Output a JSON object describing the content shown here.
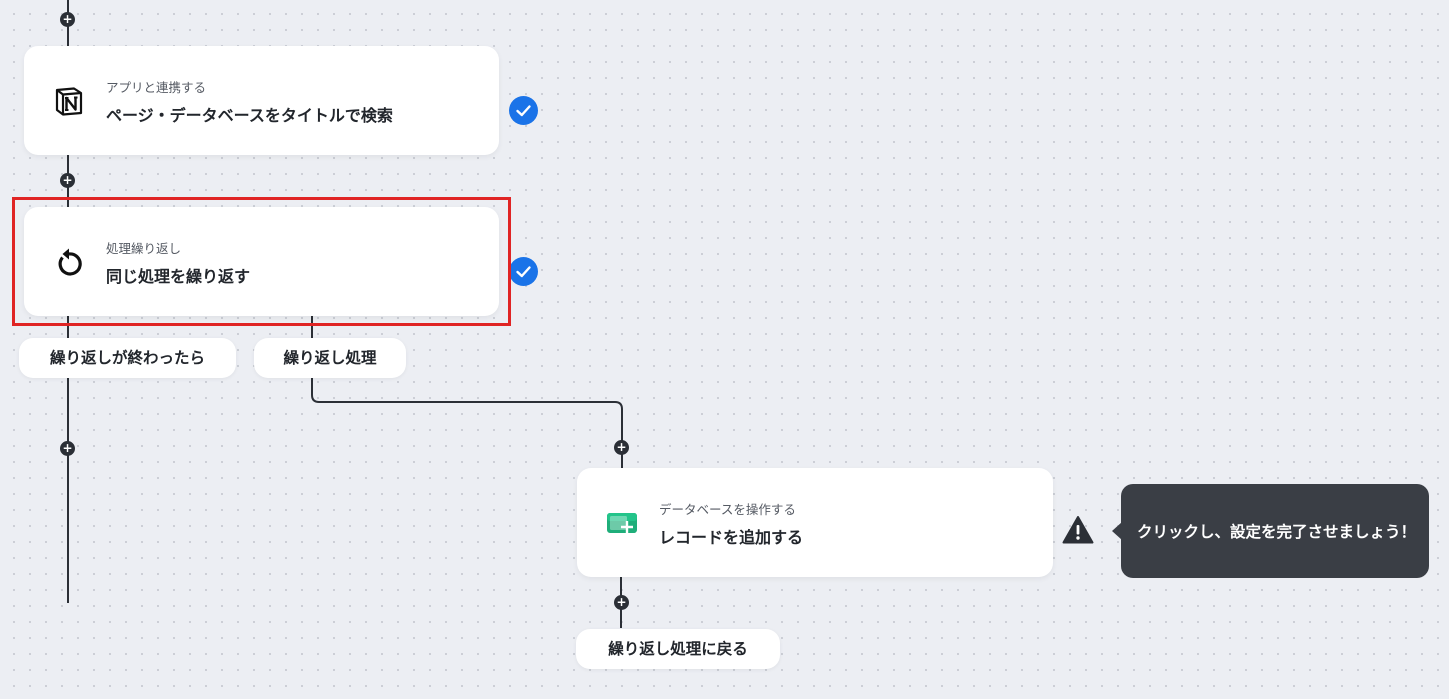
{
  "canvas": {
    "accent_color": "#1a73e8",
    "warning_color": "#2b2f36",
    "highlight_color": "#e02424"
  },
  "nodes": [
    {
      "category": "アプリと連携する",
      "title": "ページ・データベースをタイトルで検索",
      "icon": "notion-icon",
      "status": "complete"
    },
    {
      "category": "処理繰り返し",
      "title": "同じ処理を繰り返す",
      "icon": "loop-icon",
      "status": "complete"
    },
    {
      "category": "データベースを操作する",
      "title": "レコードを追加する",
      "icon": "database-add-icon",
      "status": "incomplete"
    }
  ],
  "branches": {
    "after_loop_label": "繰り返しが終わったら",
    "loop_label": "繰り返し処理",
    "return_label": "繰り返し処理に戻る"
  },
  "tooltip": {
    "text": "クリックし、設定を完了させましょう！"
  }
}
